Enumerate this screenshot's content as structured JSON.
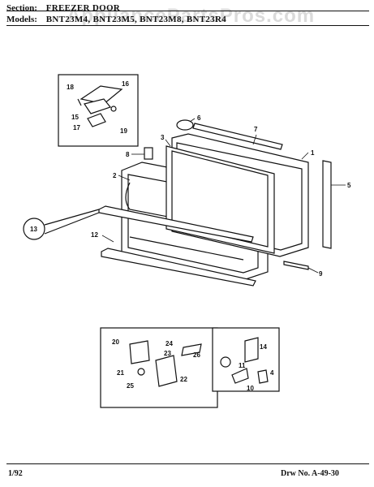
{
  "header": {
    "section_label": "Section:",
    "section_value": "FREEZER DOOR",
    "models_label": "Models:",
    "models_value": "BNT23M4, BNT23M5, BNT23M8, BNT23R4"
  },
  "watermark": "AppliancePartsPros.com",
  "callouts": {
    "c1": "1",
    "c2": "2",
    "c3": "3",
    "c4": "4",
    "c5": "5",
    "c6": "6",
    "c7": "7",
    "c8": "8",
    "c9": "9",
    "c10": "10",
    "c11": "11",
    "c12": "12",
    "c13": "13",
    "c14": "14",
    "c15": "15",
    "c16": "16",
    "c17": "17",
    "c18": "18",
    "c19": "19",
    "c20": "20",
    "c21": "21",
    "c22": "22",
    "c23": "23",
    "c24": "24",
    "c25": "25",
    "c26": "26"
  },
  "footer": {
    "date": "1/92",
    "drawing_no": "Drw No. A-49-30"
  }
}
